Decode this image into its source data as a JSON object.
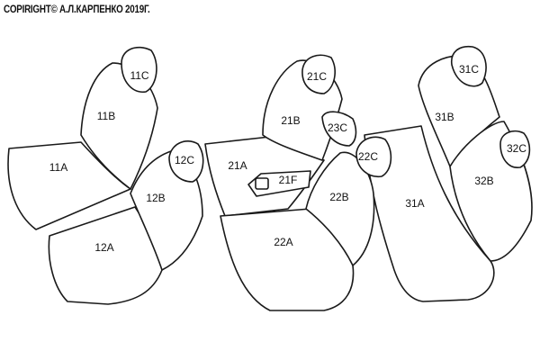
{
  "copyright": "COPIRIGHT© А.Л.КАРПЕНКО 2019Г.",
  "labels": {
    "p11C": "11C",
    "p11B": "11B",
    "p11A": "11A",
    "p12C": "12C",
    "p12B": "12B",
    "p12A": "12A",
    "p21C": "21C",
    "p21B": "21B",
    "p21A": "21A",
    "p21F": "21F",
    "p23C": "23C",
    "p22C": "22C",
    "p22B": "22B",
    "p22A": "22A",
    "p31C": "31C",
    "p31B": "31B",
    "p31A": "31A",
    "p32C": "32C",
    "p32B": "32B"
  }
}
